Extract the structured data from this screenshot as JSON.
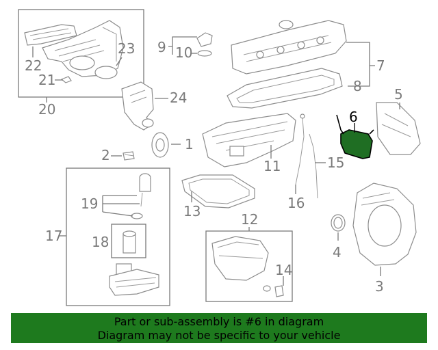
{
  "callouts": {
    "n1": "1",
    "n2": "2",
    "n3": "3",
    "n4": "4",
    "n5": "5",
    "n6": "6",
    "n7": "7",
    "n8": "8",
    "n9": "9",
    "n10": "10",
    "n11": "11",
    "n12": "12",
    "n13": "13",
    "n14": "14",
    "n15": "15",
    "n16": "16",
    "n17": "17",
    "n18": "18",
    "n19": "19",
    "n20": "20",
    "n21": "21",
    "n22": "22",
    "n23": "23",
    "n24": "24"
  },
  "highlight": {
    "part_number": "6",
    "color": "#1f6e23"
  },
  "banner": {
    "line1": "Part or sub-assembly is #6 in diagram",
    "line2": "Diagram may not be specific to your vehicle",
    "background": "#1e7a1e"
  }
}
